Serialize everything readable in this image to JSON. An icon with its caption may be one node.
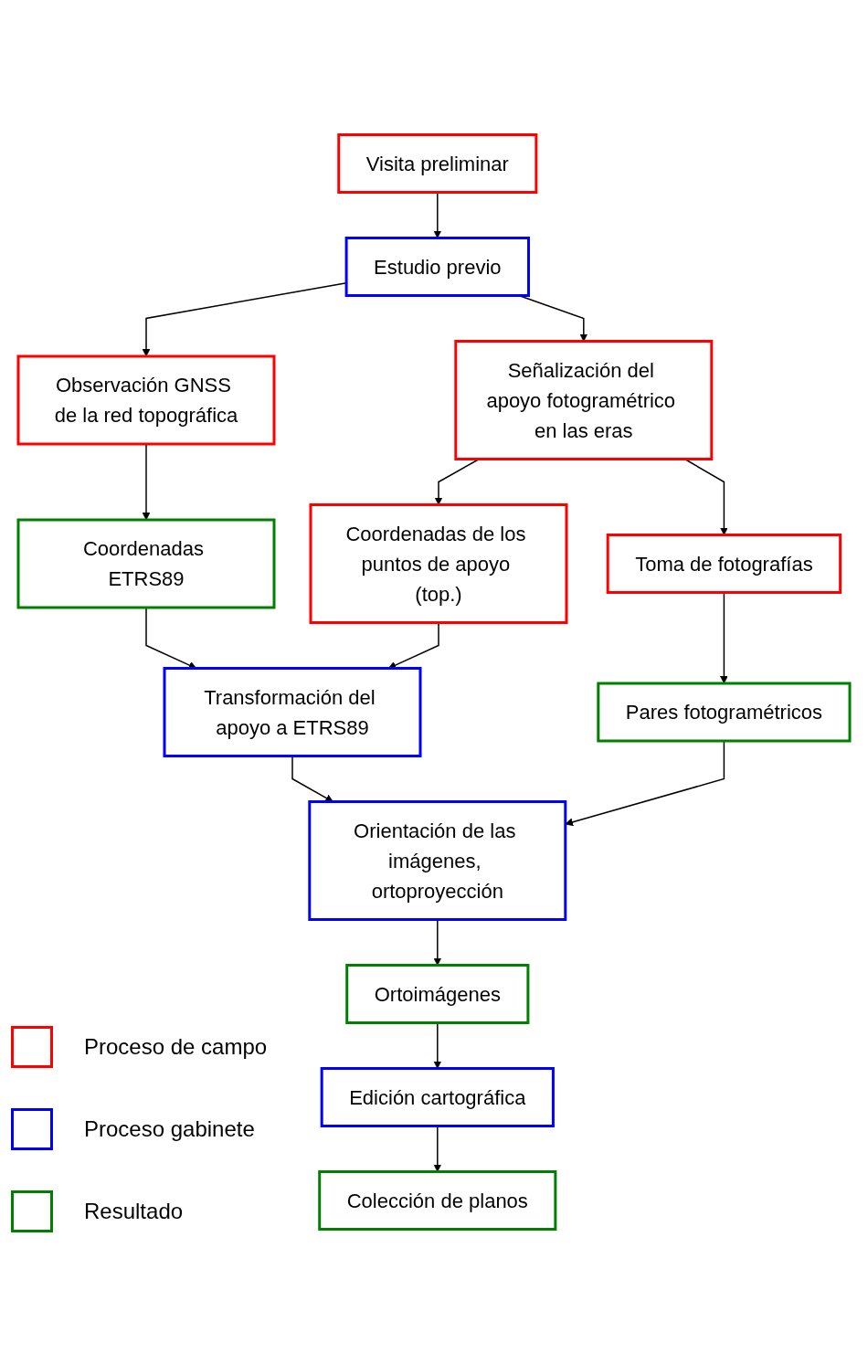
{
  "diagram": {
    "nodes": [
      {
        "text": [
          "Visita preliminar"
        ]
      },
      {
        "text": [
          "Estudio previo"
        ]
      },
      {
        "text": [
          "Observación GNSS de la red topográfica"
        ]
      },
      {
        "text": [
          "Señalización del apoyo fotogramétrico en las eras"
        ]
      },
      {
        "text": [
          "Coordenadas ETRS89"
        ]
      },
      {
        "text": [
          "Coordenadas de los puntos de apoyo (top.)"
        ]
      },
      {
        "text": [
          "Toma de fotografías"
        ]
      },
      {
        "text": [
          "Transformación del apoyo a ETRS89"
        ]
      },
      {
        "text": [
          "Pares fotogramétricos"
        ]
      },
      {
        "text": [
          "Orientación de las imágenes, ortoproyección"
        ]
      },
      {
        "text": [
          "Ortoimágenes"
        ]
      },
      {
        "text": [
          "Edición cartográfica"
        ]
      },
      {
        "text": [
          "Colección de planos"
        ]
      }
    ],
    "edges": [
      {
        "from": 0,
        "to": 1,
        "arrow": "to"
      },
      {
        "from": 1,
        "to": 2,
        "arrow": "to"
      },
      {
        "from": 1,
        "to": 3,
        "arrow": "to"
      },
      {
        "from": 2,
        "to": 4,
        "arrow": "to"
      },
      {
        "from": 3,
        "to": 5,
        "arrow": "to"
      },
      {
        "from": 3,
        "to": 6,
        "arrow": "to"
      },
      {
        "from": 5,
        "to": 7,
        "arrow": "to"
      },
      {
        "from": 4,
        "to": 7,
        "arrow": "to"
      },
      {
        "from": 6,
        "to": 8,
        "arrow": "to"
      },
      {
        "from": 7,
        "to": 9,
        "arrow": "to"
      },
      {
        "from": 8,
        "to": 9,
        "arrow": "to"
      },
      {
        "from": 9,
        "to": 10,
        "arrow": "to"
      },
      {
        "from": 10,
        "to": 11,
        "arrow": "to"
      },
      {
        "from": 11,
        "to": 12,
        "arrow": "to"
      }
    ],
    "legend": [
      {
        "text": "Proceso de campo",
        "color": "#ff0000"
      },
      {
        "text": "Proceso gabinete",
        "color": "#0000ff"
      },
      {
        "text": "Resultado",
        "color": "#008000"
      }
    ]
  }
}
